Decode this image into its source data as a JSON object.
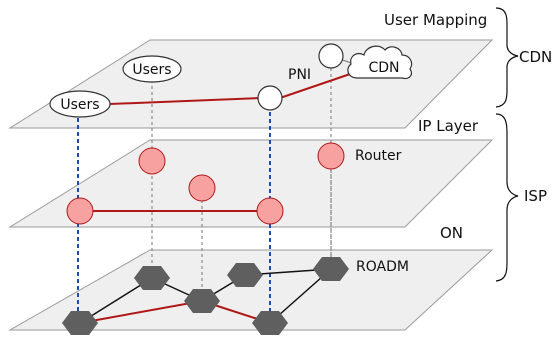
{
  "labels": {
    "user_mapping": "User Mapping",
    "ip_layer": "IP Layer",
    "on": "ON",
    "cdn_side": "CDN",
    "isp_side": "ISP",
    "pni": "PNI",
    "router": "Router",
    "roadm": "ROADM"
  },
  "nodes": {
    "users_top": "Users",
    "users_left": "Users",
    "cdn_cloud": "CDN"
  },
  "colors": {
    "plane_fill": "#efefef",
    "plane_stroke": "#9a9a9a",
    "router_fill": "#f7a1a1",
    "roadm_fill": "#5f5f5f",
    "red_link": "#b01818",
    "blue_dash": "#1f4aa6",
    "grey_dash": "#8a8a8a"
  }
}
